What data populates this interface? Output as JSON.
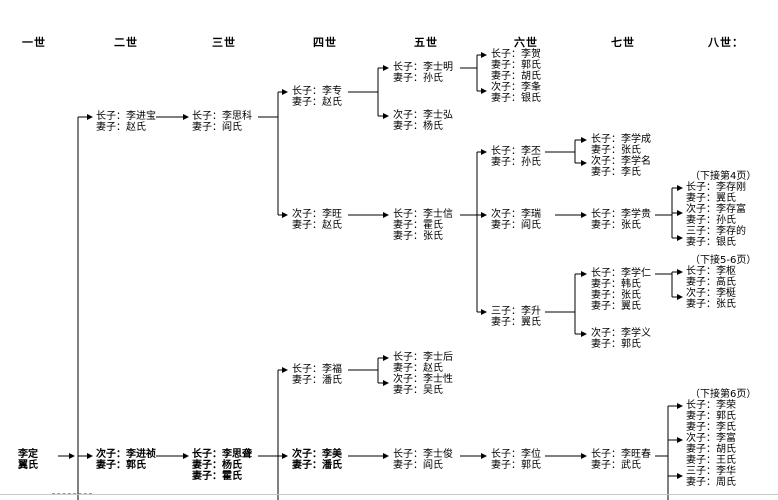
{
  "headers": [
    "一世",
    "二世",
    "三世",
    "四世",
    "五世",
    "六世",
    "七世",
    "八世："
  ],
  "gen1": {
    "name": "李定",
    "wife": "翼氏"
  },
  "gen2": {
    "first": {
      "name": "长子：李进宝",
      "wife": "妻子：赵氏"
    },
    "second": {
      "name": "次子：李进祯",
      "wife": "妻子：郭氏"
    }
  },
  "gen3": {
    "a": {
      "name": "长子：李思科",
      "wife": "妻子：阎氏"
    },
    "b": {
      "name": "长子：李思聋",
      "wife": "妻子：杨氏",
      "wife2": "妻子：霍氏"
    }
  },
  "gen4": {
    "a": {
      "name": "长子：李专",
      "wife": "妻子：赵氏"
    },
    "b": {
      "name": "次子：李旺",
      "wife": "妻子：赵氏"
    },
    "c": {
      "name": "长子：李福",
      "wife": "妻子：潘氏"
    },
    "d": {
      "name": "次子：李美",
      "wife": "妻子：潘氏"
    }
  },
  "gen5": {
    "a": {
      "name": "长子：李士明",
      "wife": "妻子：孙氏"
    },
    "b": {
      "name": "次子：李士弘",
      "wife": "妻子：杨氏"
    },
    "c": {
      "name": "长子：李士信",
      "wife": "妻子：霍氏",
      "wife2": "妻子：张氏"
    },
    "d": {
      "lines": [
        "长子：李士后",
        "妻子：赵氏",
        "次子：李士性",
        "妻子：吴氏"
      ]
    },
    "e": {
      "name": "长子：李士俊",
      "wife": "妻子：阎氏"
    }
  },
  "gen6": {
    "a": {
      "lines": [
        "长子：李贺",
        "妻子：郭氏",
        "妻子：胡氏",
        "次子：李夆",
        "妻子：银氏"
      ]
    },
    "b": {
      "name": "长子：李丕",
      "wife": "妻子：孙氏"
    },
    "c": {
      "name": "次子：李瑞",
      "wife": "妻子：阎氏"
    },
    "d": {
      "name": "三子：李升",
      "wife": "妻子：翼氏"
    },
    "e": {
      "name": "长子：李位",
      "wife": "妻子：郭氏"
    }
  },
  "gen7": {
    "a": {
      "lines": [
        "长子：李学成",
        "妻子：张氏",
        "次子：李学名",
        "妻子：李氏"
      ]
    },
    "b": {
      "name": "长子：李学贵",
      "wife": "妻子：张氏"
    },
    "c": {
      "lines": [
        "长子：李学仁",
        "妻子：韩氏",
        "妻子：张氏",
        "妻子：翼氏"
      ]
    },
    "d": {
      "name": "次子：李学义",
      "wife": "妻子：郭氏"
    },
    "e": {
      "name": "长子：李旺春",
      "wife": "妻子：武氏"
    }
  },
  "gen8": {
    "a": {
      "note": "（下接第4页）",
      "lines": [
        "长子：李存刚",
        "妻子：翼氏",
        "次子：李存富",
        "妻子：孙氏",
        "三子：李存的",
        "妻子：银氏"
      ]
    },
    "b": {
      "note": "（下接5-6页）",
      "lines": [
        "长子：李枢",
        "妻子：高氏",
        "次子：李梃",
        "妻子：张氏"
      ]
    },
    "c": {
      "note": "（下接第6页）",
      "lines": [
        "长子：李荣",
        "妻子：郭氏",
        "妻子：李氏",
        "次子：李富",
        "妻子：胡氏",
        "妻子：王氏",
        "三子：李华",
        "妻子：周氏"
      ]
    }
  }
}
